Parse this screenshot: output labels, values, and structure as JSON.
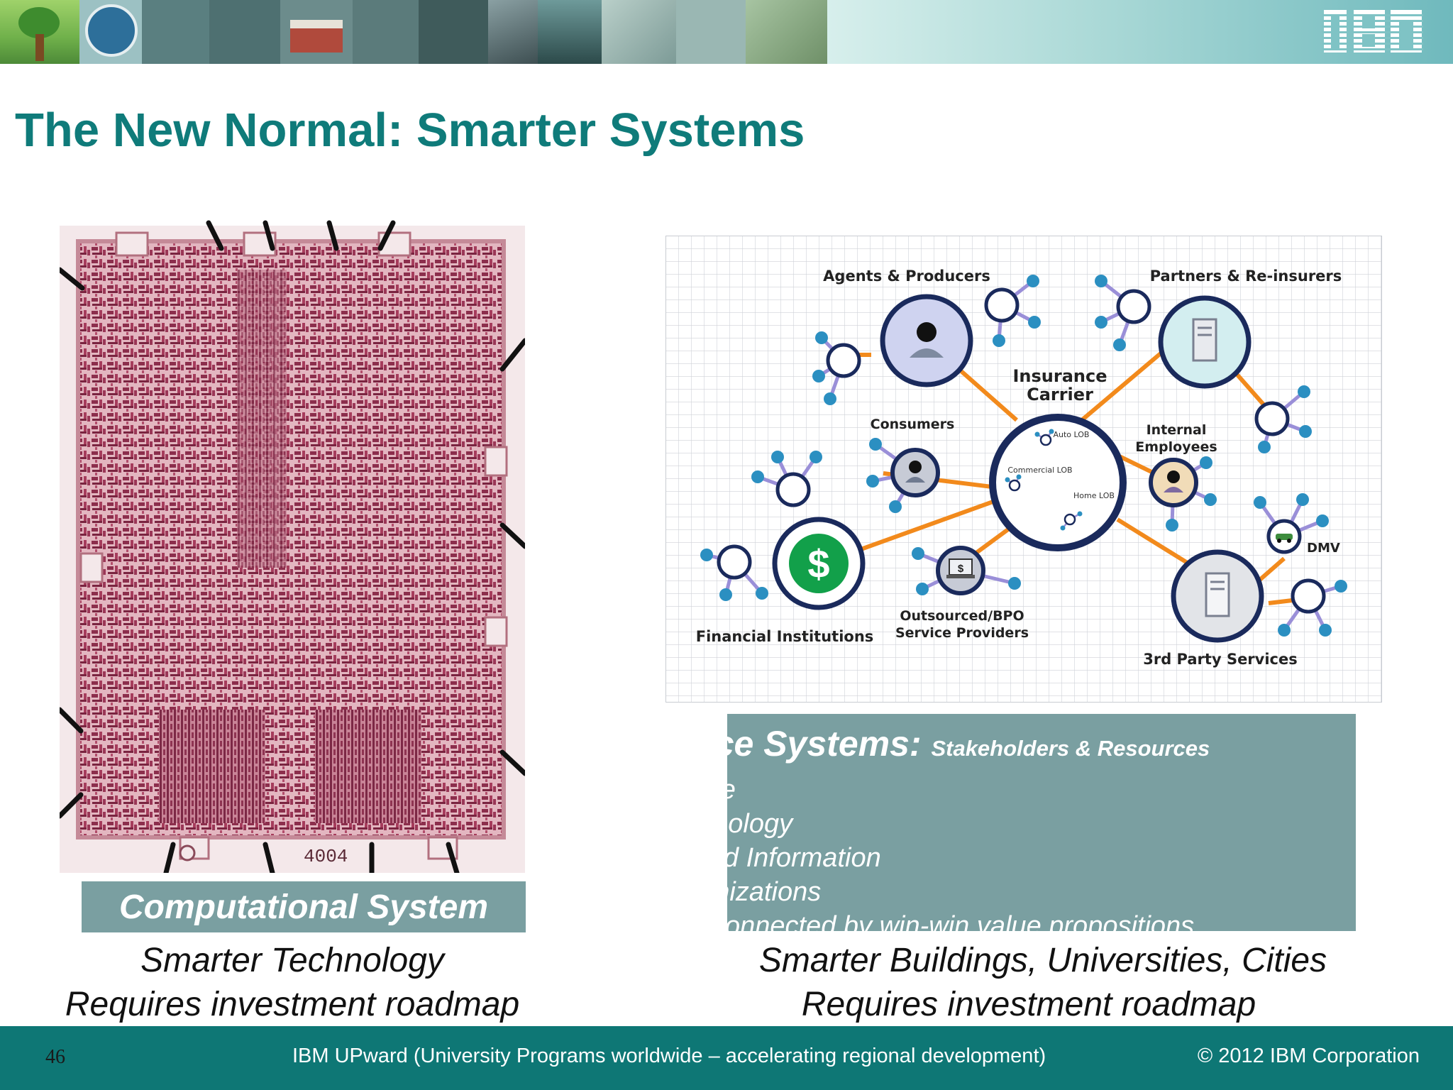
{
  "header": {
    "brand": "IBM",
    "title": "The New Normal: Smarter Systems"
  },
  "left": {
    "chip_label": "4004",
    "caption": "Computational System",
    "sub_line1": "Smarter Technology",
    "sub_line2": "Requires investment roadmap"
  },
  "diagram": {
    "center_line1": "Insurance",
    "center_line2": "Carrier",
    "center_items": [
      "Auto LOB",
      "Commercial LOB",
      "Home LOB"
    ],
    "labels": {
      "agents": "Agents & Producers",
      "partners": "Partners & Re-insurers",
      "consumers": "Consumers",
      "internal_line1": "Internal",
      "internal_line2": "Employees",
      "dmv": "DMV",
      "financial": "Financial Institutions",
      "outsourced_line1": "Outsourced/BPO",
      "outsourced_line2": "Service Providers",
      "third_party": "3rd Party Services"
    },
    "icons": {
      "dollar": "$",
      "laptop_dollar": "$"
    }
  },
  "service_box": {
    "heading": "vice Systems:",
    "heading_small": "Stakeholders & Resources",
    "items": [
      "ople",
      "chnology",
      "ared Information",
      "ganizations"
    ],
    "last_line": "connected by win-win value propositions"
  },
  "right_sub": {
    "line1": "Smarter Buildings, Universities, Cities",
    "line2": "Requires investment roadmap"
  },
  "footer": {
    "page_number": "46",
    "center_text": "IBM UPward (University Programs worldwide – accelerating regional development)",
    "copyright": "© 2012 IBM Corporation"
  },
  "colors": {
    "title": "#0f7b7a",
    "footer_bg": "#0e7775",
    "caption_bg": "#7a9fa1",
    "diagram_line": "#f28a1c",
    "node_dark": "#1a2a5c",
    "node_teal": "#2b8fc1"
  }
}
